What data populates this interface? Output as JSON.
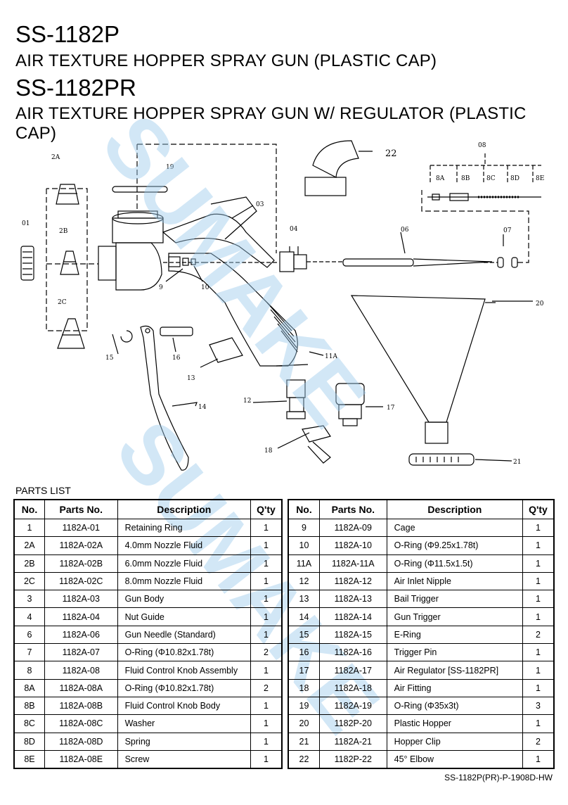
{
  "header": {
    "model1": "SS-1182P",
    "title1": "AIR TEXTURE HOPPER SPRAY GUN (PLASTIC CAP)",
    "model2": "SS-1182PR",
    "title2": "AIR TEXTURE HOPPER SPRAY GUN W/ REGULATOR (PLASTIC CAP)"
  },
  "diagram": {
    "callouts": [
      "2A",
      "19",
      "03",
      "22",
      "08",
      "8A",
      "8B",
      "8C",
      "8D",
      "8E",
      "01",
      "2B",
      "04",
      "06",
      "07",
      "9",
      "10",
      "2C",
      "20",
      "15",
      "16",
      "11A",
      "13",
      "12",
      "17",
      "14",
      "18",
      "21"
    ]
  },
  "watermark": {
    "text": "SUMAKE",
    "color": "#9cc9ea"
  },
  "parts_list": {
    "caption": "PARTS LIST",
    "headers": [
      "No.",
      "Parts No.",
      "Description",
      "Q'ty"
    ],
    "left": [
      [
        "1",
        "1182A-01",
        "Retaining Ring",
        "1"
      ],
      [
        "2A",
        "1182A-02A",
        "4.0mm Nozzle Fluid",
        "1"
      ],
      [
        "2B",
        "1182A-02B",
        "6.0mm Nozzle Fluid",
        "1"
      ],
      [
        "2C",
        "1182A-02C",
        "8.0mm Nozzle Fluid",
        "1"
      ],
      [
        "3",
        "1182A-03",
        "Gun Body",
        "1"
      ],
      [
        "4",
        "1182A-04",
        "Nut Guide",
        "1"
      ],
      [
        "6",
        "1182A-06",
        "Gun Needle (Standard)",
        "1"
      ],
      [
        "7",
        "1182A-07",
        "O-Ring (Φ10.82x1.78t)",
        "2"
      ],
      [
        "8",
        "1182A-08",
        "Fluid Control Knob Assembly",
        "1"
      ],
      [
        "8A",
        "1182A-08A",
        "O-Ring (Φ10.82x1.78t)",
        "2"
      ],
      [
        "8B",
        "1182A-08B",
        "Fluid Control Knob Body",
        "1"
      ],
      [
        "8C",
        "1182A-08C",
        "Washer",
        "1"
      ],
      [
        "8D",
        "1182A-08D",
        "Spring",
        "1"
      ],
      [
        "8E",
        "1182A-08E",
        "Screw",
        "1"
      ]
    ],
    "right": [
      [
        "9",
        "1182A-09",
        "Cage",
        "1"
      ],
      [
        "10",
        "1182A-10",
        "O-Ring (Φ9.25x1.78t)",
        "1"
      ],
      [
        "11A",
        "1182A-11A",
        "O-Ring (Φ11.5x1.5t)",
        "1"
      ],
      [
        "12",
        "1182A-12",
        "Air Inlet Nipple",
        "1"
      ],
      [
        "13",
        "1182A-13",
        "Bail Trigger",
        "1"
      ],
      [
        "14",
        "1182A-14",
        "Gun Trigger",
        "1"
      ],
      [
        "15",
        "1182A-15",
        "E-Ring",
        "2"
      ],
      [
        "16",
        "1182A-16",
        "Trigger Pin",
        "1"
      ],
      [
        "17",
        "1182A-17",
        "Air Regulator [SS-1182PR]",
        "1"
      ],
      [
        "18",
        "1182A-18",
        "Air Fitting",
        "1"
      ],
      [
        "19",
        "1182A-19",
        "O-Ring (Φ35x3t)",
        "3"
      ],
      [
        "20",
        "1182P-20",
        "Plastic Hopper",
        "1"
      ],
      [
        "21",
        "1182A-21",
        "Hopper Clip",
        "2"
      ],
      [
        "22",
        "1182P-22",
        "45° Elbow",
        "1"
      ]
    ]
  },
  "footer": {
    "code": "SS-1182P(PR)-P-1908D-HW"
  }
}
